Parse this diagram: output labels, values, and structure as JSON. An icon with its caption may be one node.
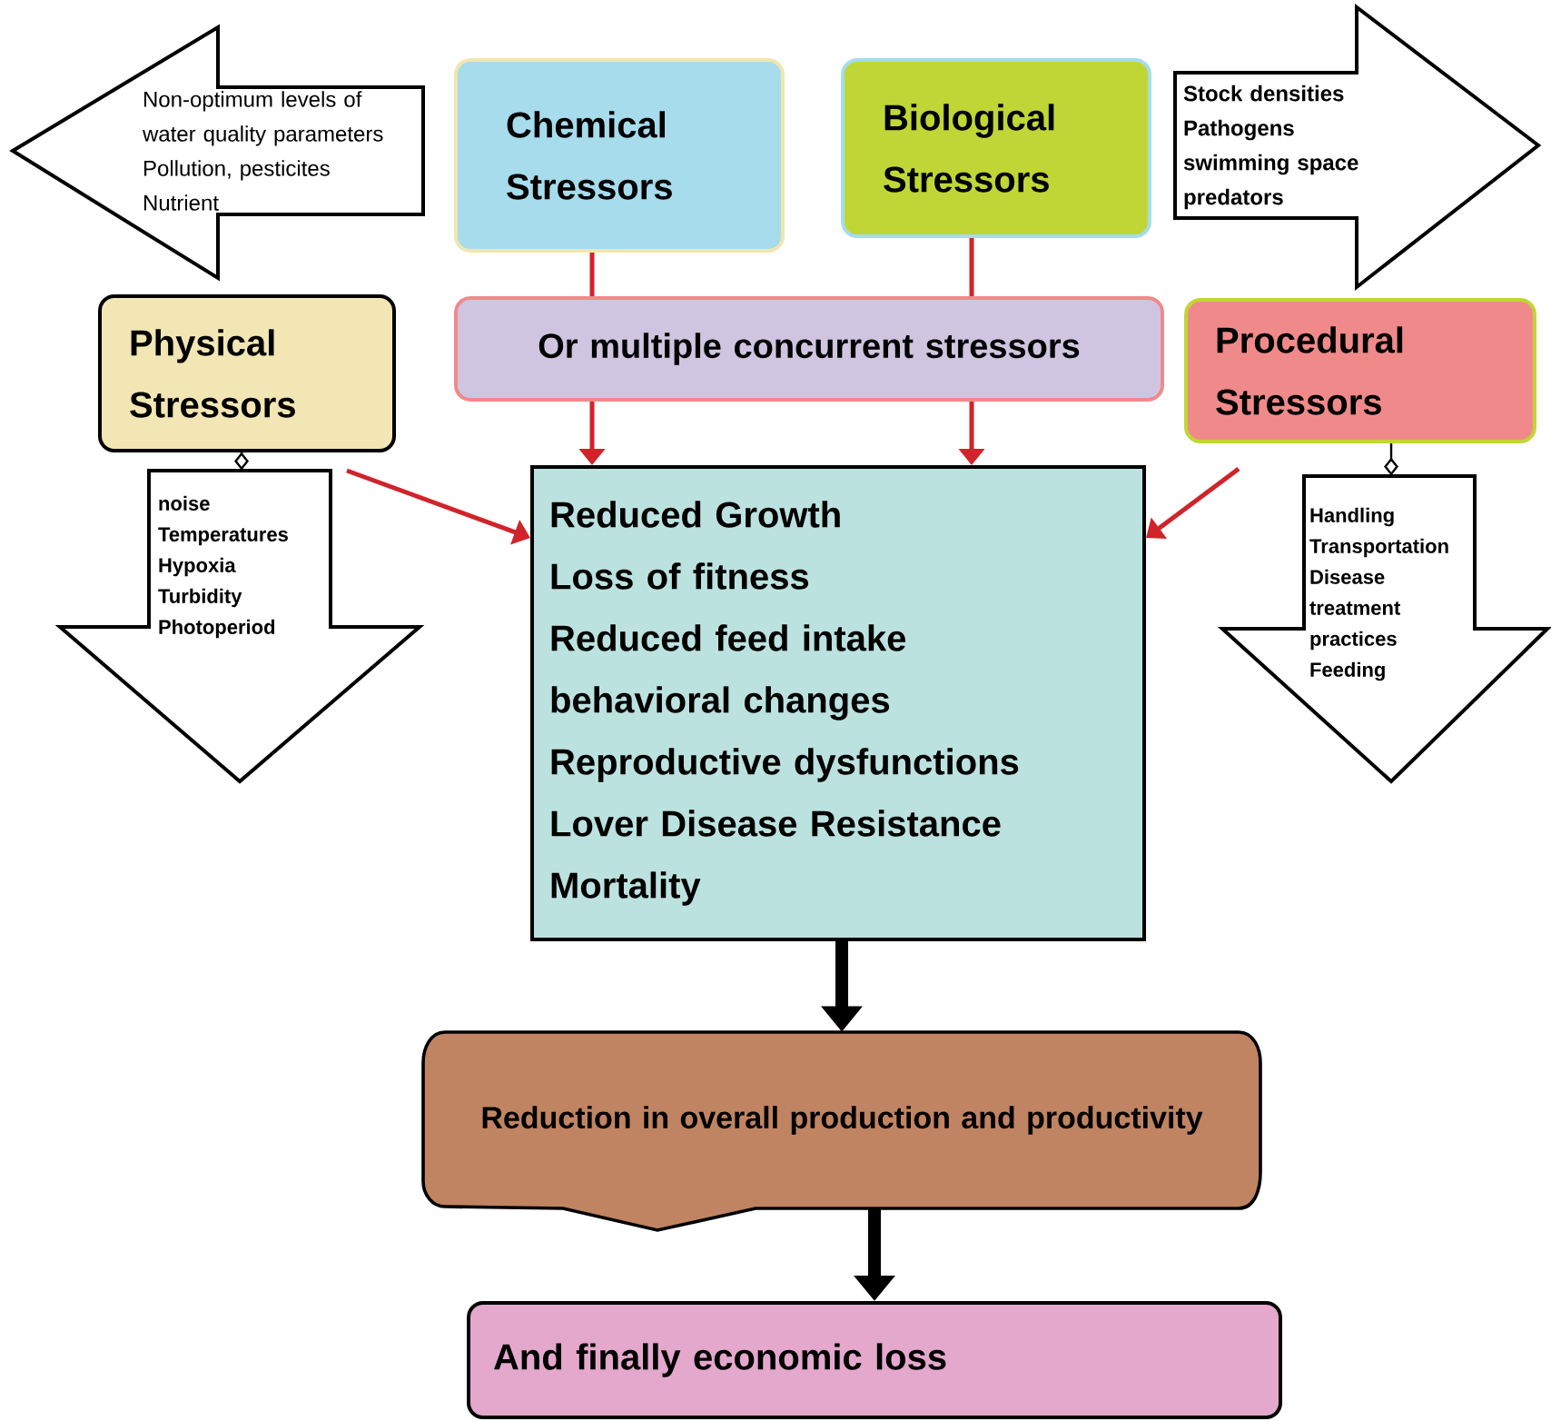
{
  "diagram": {
    "nodes": [
      {
        "text": [
          "Non-optimum levels of water quality parameters",
          "Pollution, pesticites",
          "Nutrient"
        ]
      },
      {
        "text": [
          "Chemical Stressors"
        ]
      },
      {
        "text": [
          "Biological Stressors"
        ]
      },
      {
        "text": [
          "Stock densities",
          "Pathogens",
          "swimming space",
          "predators"
        ]
      },
      {
        "text": [
          "Physical Stressors"
        ]
      },
      {
        "text": [
          "Or multiple concurrent stressors"
        ]
      },
      {
        "text": [
          "Procedural Stressors"
        ]
      },
      {
        "text": [
          "noise",
          "Temperatures",
          "Hypoxia",
          "Turbidity",
          "Photoperiod"
        ]
      },
      {
        "text": [
          "Reduced Growth",
          "Loss of fitness",
          "Reduced feed intake",
          "behavioral changes",
          "Reproductive dysfunctions",
          "Lover Disease Resistance",
          "Mortality"
        ]
      },
      {
        "text": [
          "Handling",
          "Transportation",
          "Disease treatment practices",
          "Feeding"
        ]
      },
      {
        "text": [
          "Reduction in overall production and productivity"
        ]
      },
      {
        "text": [
          "And finally economic loss"
        ]
      }
    ],
    "edges": [
      {
        "from": 1,
        "to": 5,
        "arrow": "none"
      },
      {
        "from": 2,
        "to": 5,
        "arrow": "none"
      },
      {
        "from": 4,
        "to": 8,
        "arrow": "to"
      },
      {
        "from": 5,
        "to": 8,
        "arrow": "to"
      },
      {
        "from": 5,
        "to": 8,
        "arrow": "to"
      },
      {
        "from": 6,
        "to": 8,
        "arrow": "to"
      },
      {
        "from": 4,
        "to": 7,
        "arrow": "other",
        "color": "#000000"
      },
      {
        "from": 6,
        "to": 9,
        "arrow": "other",
        "color": "#000000"
      },
      {
        "from": 8,
        "to": 10,
        "arrow": "to",
        "style": "thick",
        "color": "#000000"
      },
      {
        "from": 10,
        "to": 11,
        "arrow": "to",
        "style": "thick",
        "color": "#000000"
      }
    ]
  }
}
